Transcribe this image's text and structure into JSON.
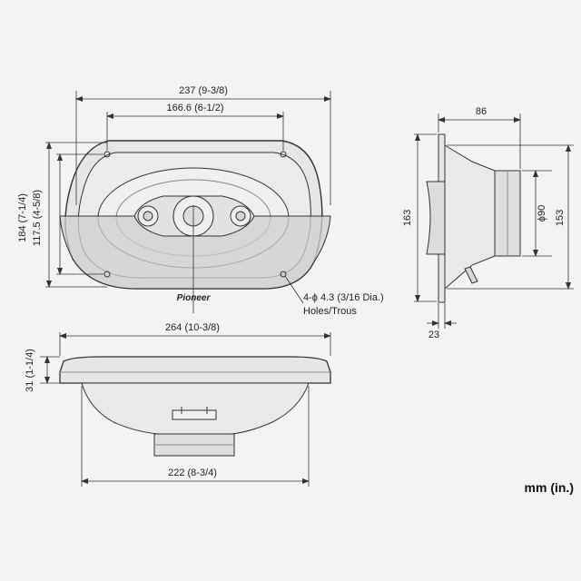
{
  "brand": "Pioneer",
  "units_label": "mm (in.)",
  "front_view": {
    "overall_width": "237 (9-3/8)",
    "hole_spacing": "166.6 (6-1/2)",
    "overall_height": "184 (7-1/4)",
    "hole_height": "117.5 (4-5/8)",
    "hole_callout_line1": "4-ϕ 4.3 (3/16 Dia.)",
    "hole_callout_line2": "Holes/Trous"
  },
  "bottom_view": {
    "overall_width": "264 (10-3/8)",
    "mount_depth": "31 (1-1/4)",
    "basket_width": "222 (8-3/4)"
  },
  "side_view": {
    "depth": "86",
    "height": "163",
    "magnet_dia": "ϕ90",
    "inner_height": "153",
    "flange": "23"
  },
  "colors": {
    "line": "#333333",
    "speaker_fill": "#e4e4e2",
    "cutaway_fill": "#cfcfcd",
    "background": "#f3f3f1"
  }
}
